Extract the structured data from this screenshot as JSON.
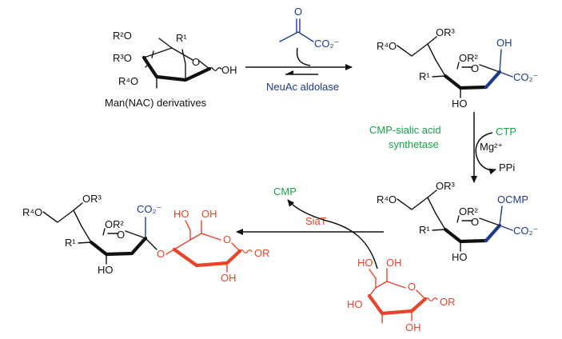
{
  "colors": {
    "black": "#111111",
    "blue": "#1f3a8a",
    "green": "#17a34a",
    "red": "#e8442a"
  },
  "start": {
    "caption": "Man(NAC) derivatives",
    "r2o": "R²O",
    "r3o": "R³O",
    "r4o": "R⁴O",
    "r1": "R¹",
    "ring_o": "O",
    "oh": "OH"
  },
  "pyruvate": {
    "o": "O",
    "co2": "CO₂⁻"
  },
  "step1": {
    "enzyme": "NeuAc aldolase"
  },
  "sialic_acid": {
    "r4o": "R⁴O",
    "or3": "OR³",
    "or2": "OR²",
    "oh_anomeric": "OH",
    "ring_o": "O",
    "r1": "R¹",
    "co2": "CO₂⁻",
    "ho": "HO"
  },
  "step2": {
    "enzyme_line1": "CMP-sialic acid",
    "enzyme_line2": "synthetase",
    "cofactor": "Mg²⁺",
    "ctp": "CTP",
    "ppi": "PPi"
  },
  "cmp_sialic": {
    "r4o": "R⁴O",
    "or3": "OR³",
    "or2": "OR²",
    "ocmp": "OCMP",
    "ring_o": "O",
    "r1": "R¹",
    "co2": "CO₂⁻",
    "ho": "HO"
  },
  "step3": {
    "enzyme": "SiaT",
    "cmp": "CMP"
  },
  "acceptor": {
    "ho_top": "HO",
    "oh_ch2": "OH",
    "ring_o": "O",
    "ho_left": "HO",
    "or": "OR",
    "oh_bottom": "OH"
  },
  "product": {
    "r4o": "R⁴O",
    "or3": "OR³",
    "or2": "OR²",
    "co2": "CO₂⁻",
    "ring_o": "O",
    "r1": "R¹",
    "ho": "HO",
    "link_o": "O",
    "gal_ho": "HO",
    "gal_oh_ch2": "OH",
    "gal_ring_o": "O",
    "gal_or": "OR",
    "gal_oh": "OH"
  }
}
